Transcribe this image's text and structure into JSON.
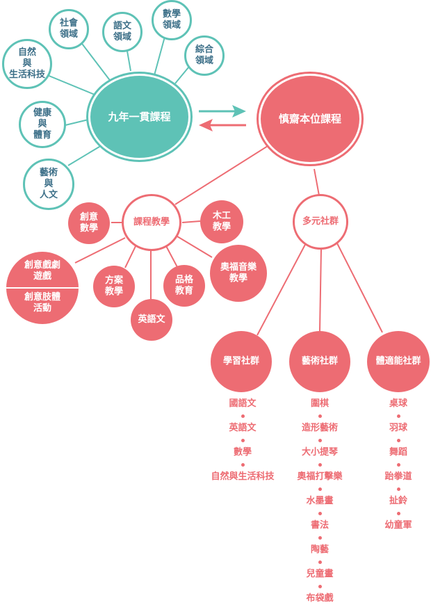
{
  "left_center": "九年一貫課程",
  "right_center": "慎齋本位課程",
  "domains": {
    "social": "社會\n領域",
    "language": "語文\n領域",
    "math": "數學\n領域",
    "integrative": "綜合\n領域",
    "science": "自然\n與\n生活科技",
    "health": "健康\n與\n體育",
    "arts": "藝術\n與\n人文"
  },
  "curriculum": {
    "label": "課程教學",
    "creative_math": "創意\n數學",
    "woodwork": "木工\n教學",
    "orff": "奧福音樂\n教學",
    "character": "品格\n教育",
    "english": "英語文",
    "project": "方案\n教學",
    "drama": "創意戲劇\n遊戲",
    "movement": "創意肢體\n活動"
  },
  "clubs": {
    "label": "多元社群",
    "learning": {
      "label": "學習社群",
      "items": [
        "國語文",
        "英語文",
        "數學",
        "自然與生活科技"
      ]
    },
    "arts": {
      "label": "藝術社群",
      "items": [
        "圍棋",
        "造形藝術",
        "大小提琴",
        "奧福打擊樂",
        "水墨畫",
        "書法",
        "陶藝",
        "兒童畫",
        "布袋戲"
      ]
    },
    "sports": {
      "label": "體適能社群",
      "items": [
        "桌球",
        "羽球",
        "舞蹈",
        "跆拳道",
        "扯鈴",
        "幼童軍"
      ]
    }
  },
  "colors": {
    "teal": "#5ec2b6",
    "coral": "#ed6c73",
    "navy_text": "#3c6f88"
  }
}
